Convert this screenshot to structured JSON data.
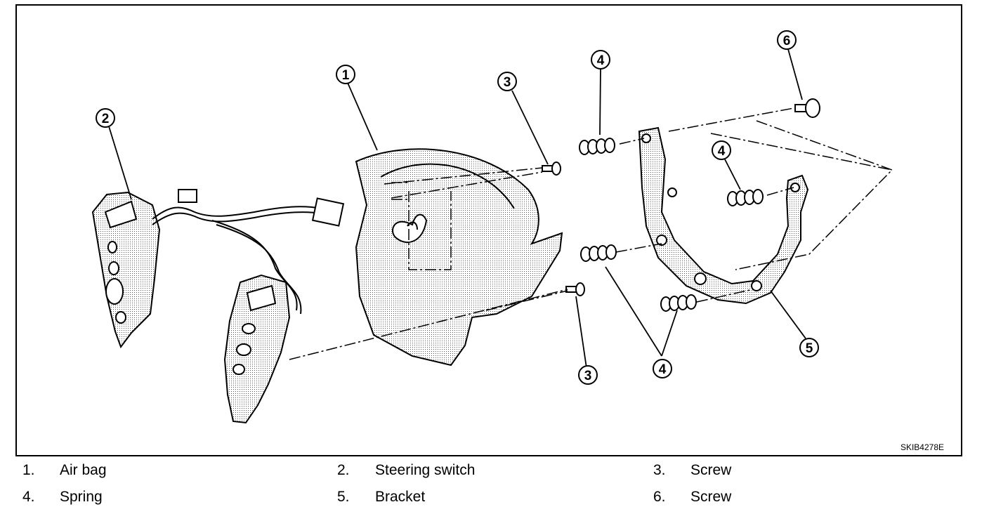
{
  "diagram": {
    "figure_code": "SKIB4278E",
    "callouts": [
      "1",
      "2",
      "3",
      "3",
      "4",
      "4",
      "4",
      "4",
      "5",
      "6"
    ]
  },
  "legend": {
    "items": [
      {
        "num": "1.",
        "label": "Air bag"
      },
      {
        "num": "2.",
        "label": "Steering switch"
      },
      {
        "num": "3.",
        "label": "Screw"
      },
      {
        "num": "4.",
        "label": "Spring"
      },
      {
        "num": "5.",
        "label": "Bracket"
      },
      {
        "num": "6.",
        "label": "Screw"
      }
    ]
  }
}
